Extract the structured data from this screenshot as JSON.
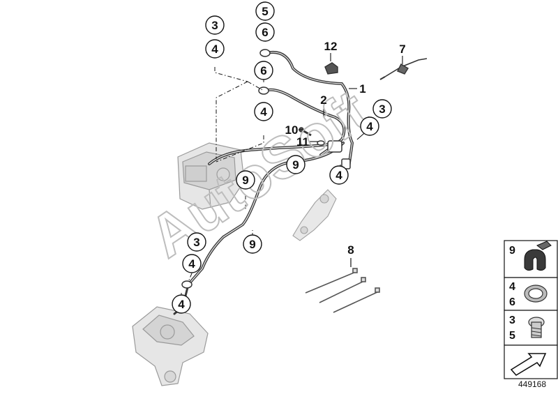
{
  "diagram": {
    "document_number": "449168",
    "watermark_text": "AutoSoft",
    "callouts": [
      {
        "id": "c-3a",
        "label": "3"
      },
      {
        "id": "c-4a",
        "label": "4"
      },
      {
        "id": "c-5",
        "label": "5"
      },
      {
        "id": "c-6a",
        "label": "6"
      },
      {
        "id": "c-6b",
        "label": "6"
      },
      {
        "id": "c-4b",
        "label": "4"
      },
      {
        "id": "c-3b",
        "label": "3"
      },
      {
        "id": "c-4c",
        "label": "4"
      },
      {
        "id": "c-4d",
        "label": "4"
      },
      {
        "id": "c-9a",
        "label": "9"
      },
      {
        "id": "c-9b",
        "label": "9"
      },
      {
        "id": "c-9c",
        "label": "9"
      },
      {
        "id": "c-3c",
        "label": "3"
      },
      {
        "id": "c-4e",
        "label": "4"
      },
      {
        "id": "c-4f",
        "label": "4"
      }
    ],
    "plain_labels": [
      {
        "id": "p-1",
        "label": "1"
      },
      {
        "id": "p-2",
        "label": "2"
      },
      {
        "id": "p-7",
        "label": "7"
      },
      {
        "id": "p-8",
        "label": "8"
      },
      {
        "id": "p-10",
        "label": "10"
      },
      {
        "id": "p-11",
        "label": "11"
      },
      {
        "id": "p-12",
        "label": "12"
      }
    ],
    "legend": [
      {
        "labels": [
          "9"
        ],
        "part": "clip"
      },
      {
        "labels": [
          "4",
          "6"
        ],
        "part": "sealing-ring"
      },
      {
        "labels": [
          "3",
          "5"
        ],
        "part": "banjo-bolt"
      },
      {
        "labels": [],
        "part": "arrow"
      }
    ]
  }
}
